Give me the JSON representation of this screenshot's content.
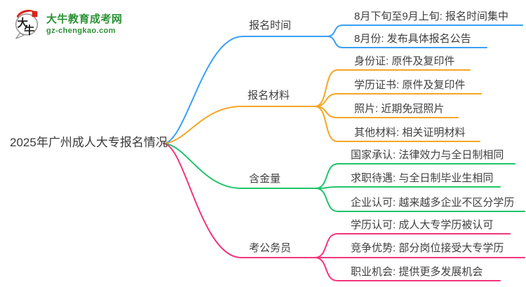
{
  "logo": {
    "icon": "daniu-speech-bubble-logo",
    "icon_char_top": "大",
    "icon_char_bottom": "牛",
    "title": "大牛教育成考网",
    "domain": "gz-chengkao.com",
    "brand_green": "#2a9235",
    "seal_red": "#d7261b"
  },
  "mindmap": {
    "root": {
      "label": "2025年广州成人大专报名情况",
      "color": "#3a3a3a"
    },
    "branches": [
      {
        "label": "报名时间",
        "color": "#3aa0f6",
        "children": [
          "8月下旬至9月上旬: 报名时间集中",
          "8月份: 发布具体报名公告"
        ]
      },
      {
        "label": "报名材料",
        "color": "#f5a623",
        "children": [
          "身份证: 原件及复印件",
          "学历证书: 原件及复印件",
          "照片: 近期免冠照片",
          "其他材料: 相关证明材料"
        ]
      },
      {
        "label": "含金量",
        "color": "#1fc46a",
        "children": [
          "国家承认: 法律效力与全日制相同",
          "求职待遇: 与全日制毕业生相同",
          "企业认可: 越来越多企业不区分学历"
        ]
      },
      {
        "label": "考公务员",
        "color": "#f2357e",
        "children": [
          "学历认可: 成人大专学历被认可",
          "竞争优势: 部分岗位接受大专学历",
          "职业机会: 提供更多发展机会"
        ]
      }
    ]
  }
}
